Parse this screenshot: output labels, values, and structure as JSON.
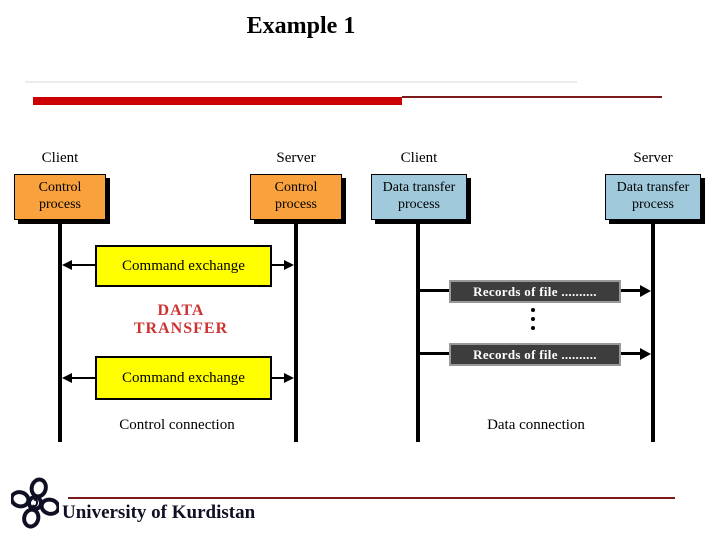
{
  "slide": {
    "title": "Example 1"
  },
  "colors": {
    "accent_red": "#cc0000",
    "maroon_line": "#7b1a1a",
    "orange_box": "#f9a13c",
    "blue_box": "#a0c9dc",
    "yellow_box": "#ffff00",
    "records_box_bg": "#3d3d3d",
    "records_box_border": "#999999",
    "data_transfer_red": "#cc3333"
  },
  "diagram": {
    "nodes": [
      {
        "role": "Client",
        "line1": "Control",
        "line2": "process"
      },
      {
        "role": "Server",
        "line1": "Control",
        "line2": "process"
      },
      {
        "role": "Client",
        "line1": "Data transfer",
        "line2": "process"
      },
      {
        "role": "Server",
        "line1": "Data transfer",
        "line2": "process"
      }
    ],
    "command_exchange_top": "Command exchange",
    "command_exchange_bottom": "Command exchange",
    "data_transfer_line1": "DATA",
    "data_transfer_line2": "TRANSFER",
    "records_top": "Records of file ..........",
    "records_bottom": "Records of file ..........",
    "control_connection_label": "Control connection",
    "data_connection_label": "Data connection"
  },
  "icons": {
    "vertical_ellipsis": "three-dots",
    "university_logo": "rosette"
  },
  "footer": {
    "org_name": "University of Kurdistan"
  }
}
